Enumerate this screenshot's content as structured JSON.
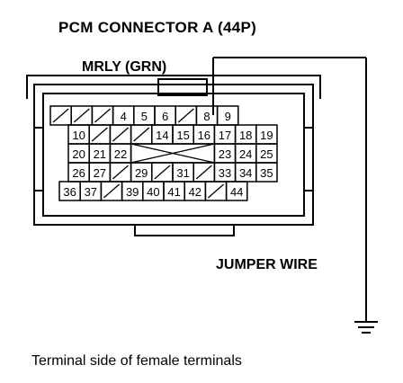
{
  "title": "PCM CONNECTOR A (44P)",
  "wire_label": "MRLY (GRN)",
  "jumper_label": "JUMPER WIRE",
  "caption": "Terminal side of female terminals",
  "connector": {
    "rows": [
      [
        "",
        "",
        "",
        "4",
        "5",
        "6",
        "",
        "8",
        "9"
      ],
      [
        "10",
        "",
        "",
        "",
        "14",
        "15",
        "16",
        "17",
        "18",
        "19"
      ],
      [
        "20",
        "21",
        "22",
        "",
        "",
        "",
        "",
        "23",
        "24",
        "25"
      ],
      [
        "26",
        "27",
        "",
        "29",
        "",
        "31",
        "",
        "33",
        "34",
        "35"
      ],
      [
        "36",
        "37",
        "",
        "39",
        "40",
        "41",
        "42",
        "",
        "44"
      ]
    ]
  }
}
